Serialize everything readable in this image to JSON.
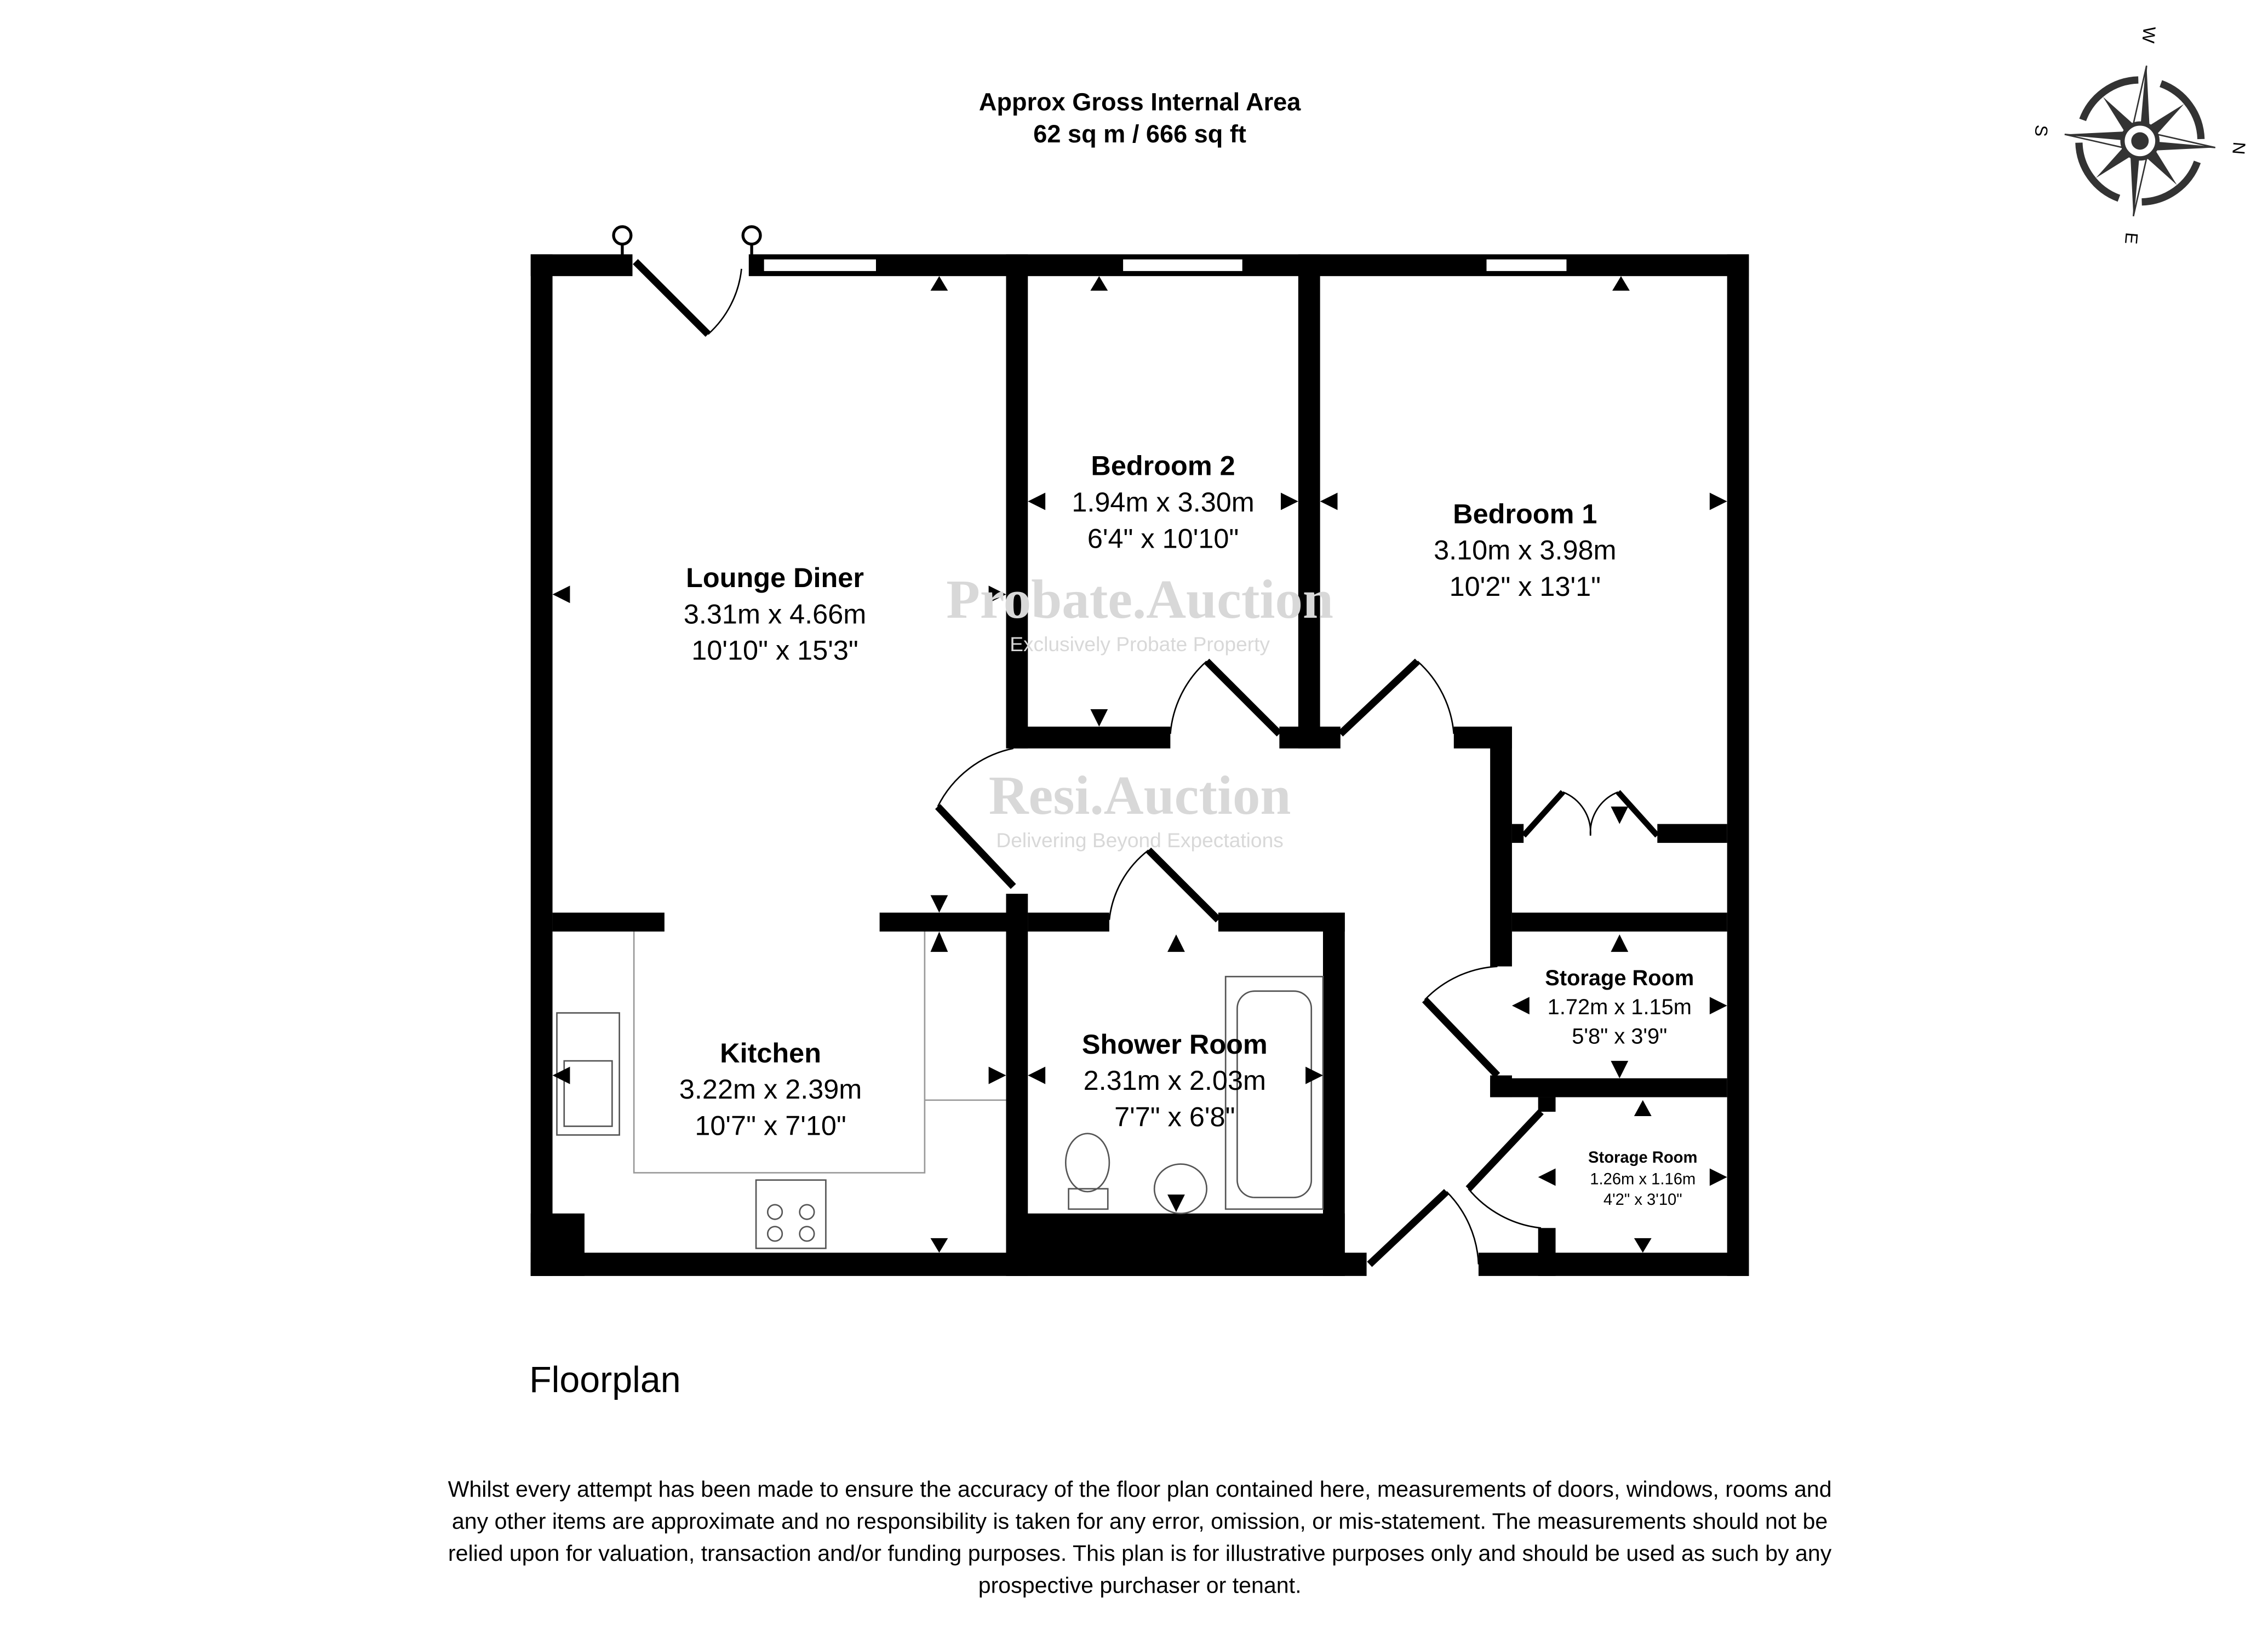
{
  "header": {
    "title": "Approx Gross Internal Area",
    "area": "62 sq m / 666 sq ft"
  },
  "compass": {
    "icon": "compass-rose-icon",
    "labels": {
      "w": "W",
      "n": "N",
      "s": "S",
      "e": "E"
    }
  },
  "rooms": [
    {
      "name": "Lounge Diner",
      "metric": "3.31m x 4.66m",
      "imperial": "10'10\" x 15'3\""
    },
    {
      "name": "Bedroom 2",
      "metric": "1.94m x 3.30m",
      "imperial": "6'4\" x 10'10\""
    },
    {
      "name": "Bedroom 1",
      "metric": "3.10m x 3.98m",
      "imperial": "10'2\" x 13'1\""
    },
    {
      "name": "Kitchen",
      "metric": "3.22m x 2.39m",
      "imperial": "10'7\" x 7'10\""
    },
    {
      "name": "Shower Room",
      "metric": "2.31m x 2.03m",
      "imperial": "7'7\" x 6'8\""
    },
    {
      "name": "Storage Room",
      "metric": "1.72m x 1.15m",
      "imperial": "5'8\" x 3'9\""
    },
    {
      "name": "Storage Room",
      "metric": "1.26m x 1.16m",
      "imperial": "4'2\" x 3'10\""
    }
  ],
  "watermarks": [
    {
      "title": "Probate.Auction",
      "subtitle": "Exclusively Probate Property"
    },
    {
      "title": "Resi.Auction",
      "subtitle": "Delivering Beyond Expectations"
    }
  ],
  "floor_label": "Floorplan",
  "disclaimer": [
    "Whilst every attempt has been made to ensure the accuracy of the floor plan contained here, measurements of doors, windows, rooms and",
    "any other items are approximate and no responsibility is taken for any error, omission, or mis-statement. The measurements should not be",
    "relied upon for valuation, transaction and/or funding purposes. This plan is for illustrative purposes only and should be used as such by any",
    "prospective purchaser or tenant."
  ],
  "colors": {
    "wall": "#000000",
    "compass": "#333333",
    "watermark": "#d8d8d8"
  }
}
